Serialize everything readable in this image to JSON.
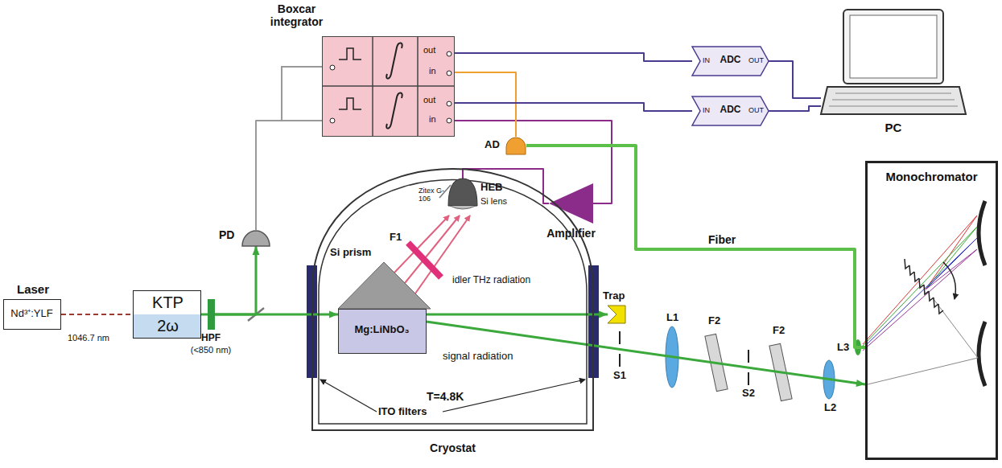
{
  "diagram": {
    "nodes": [
      {
        "text": [
          "Laser",
          "Nd³⁺:YLF"
        ]
      },
      {
        "text": [
          "KTP",
          "2ω"
        ]
      },
      {
        "text": [
          "HPF",
          "(<850 nm)"
        ]
      },
      {
        "text": [
          "PD"
        ]
      },
      {
        "text": [
          "Boxcar integrator"
        ]
      },
      {
        "text": [
          "IN",
          "ADC",
          "OUT"
        ]
      },
      {
        "text": [
          "IN",
          "ADC",
          "OUT"
        ]
      },
      {
        "text": [
          "PC"
        ]
      },
      {
        "text": [
          "AD"
        ]
      },
      {
        "text": [
          "Amplifier"
        ]
      },
      {
        "text": [
          "T=4.8K",
          "Cryostat"
        ]
      },
      {
        "text": [
          "HEB",
          "Si lens"
        ],
        "in": 10
      },
      {
        "text": [
          "Si prism"
        ],
        "in": 10
      },
      {
        "text": [
          "Mg:LiNbO₃"
        ],
        "in": 10
      },
      {
        "text": [
          "Trap"
        ]
      },
      {
        "text": [
          "Monochromator"
        ]
      }
    ],
    "edges": [
      {
        "from": 0,
        "to": 1,
        "arrow": "none",
        "label": "1046.7 nm"
      },
      {
        "from": 1,
        "to": 2,
        "arrow": "none"
      },
      {
        "from": 2,
        "to": 13,
        "arrow": "to"
      },
      {
        "from": 2,
        "to": 3,
        "arrow": "to"
      },
      {
        "from": 13,
        "to": 14,
        "arrow": "to"
      },
      {
        "from": 13,
        "to": 15,
        "arrow": "to",
        "label": "signal radiation"
      },
      {
        "from": 3,
        "to": 4,
        "arrow": "none"
      },
      {
        "from": 11,
        "to": 9,
        "arrow": "none"
      },
      {
        "from": 9,
        "to": 4,
        "arrow": "none"
      },
      {
        "from": 8,
        "to": 4,
        "arrow": "none"
      },
      {
        "from": 4,
        "to": 5,
        "arrow": "none"
      },
      {
        "from": 4,
        "to": 6,
        "arrow": "none"
      },
      {
        "from": 5,
        "to": 7,
        "arrow": "none"
      },
      {
        "from": 6,
        "to": 7,
        "arrow": "none"
      },
      {
        "from": 15,
        "to": 8,
        "arrow": "none",
        "label": "Fiber"
      }
    ],
    "labels": [
      "out",
      "in",
      "out",
      "in",
      "Zitex G-106",
      "F1",
      "idler THz radiation",
      "ITO filters",
      "S1",
      "L1",
      "F2",
      "S2",
      "F2",
      "L2",
      "L3"
    ]
  }
}
